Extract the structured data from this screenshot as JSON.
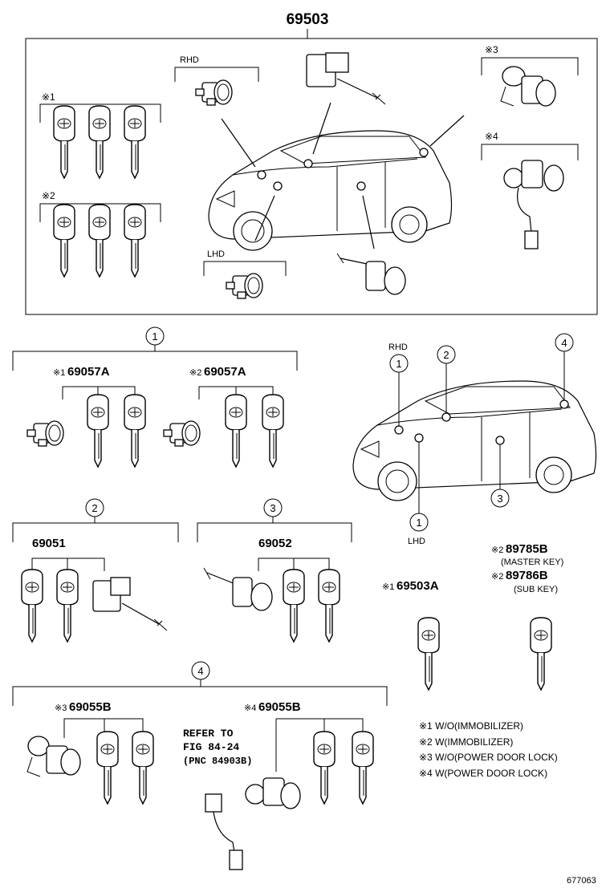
{
  "top_assembly": {
    "part_no": "69503",
    "rhd": "RHD",
    "lhd": "LHD",
    "mark1": "※1",
    "mark2": "※2",
    "mark3": "※3",
    "mark4": "※4"
  },
  "callouts": {
    "c1": "1",
    "c2": "2",
    "c3": "3",
    "c4": "4"
  },
  "group1": {
    "num": "1",
    "a_mark": "※1",
    "a_part": "69057A",
    "b_mark": "※2",
    "b_part": "69057A"
  },
  "group2": {
    "num": "2",
    "part": "69051"
  },
  "group3": {
    "num": "3",
    "part": "69052"
  },
  "group4": {
    "num": "4",
    "a_mark": "※3",
    "a_part": "69055B",
    "b_mark": "※4",
    "b_part": "69055B",
    "refer_line1": "REFER TO",
    "refer_line2": "FIG 84-24",
    "refer_line3": "(PNC 84903B)"
  },
  "locator": {
    "rhd": "RHD",
    "lhd": "LHD",
    "c1": "1",
    "c2": "2",
    "c3": "3",
    "c4": "4",
    "c1b": "1"
  },
  "keys": {
    "key1_mark": "※1",
    "key1_part": "69503A",
    "master_mark": "※2",
    "master_part": "89785B",
    "master_note": "(MASTER KEY)",
    "sub_mark": "※2",
    "sub_part": "89786B",
    "sub_note": "(SUB KEY)"
  },
  "legend": [
    "※1 W/O(IMMOBILIZER)",
    "※2 W(IMMOBILIZER)",
    "※3 W/O(POWER DOOR LOCK)",
    "※4 W(POWER DOOR LOCK)"
  ],
  "figure_id": "677063"
}
